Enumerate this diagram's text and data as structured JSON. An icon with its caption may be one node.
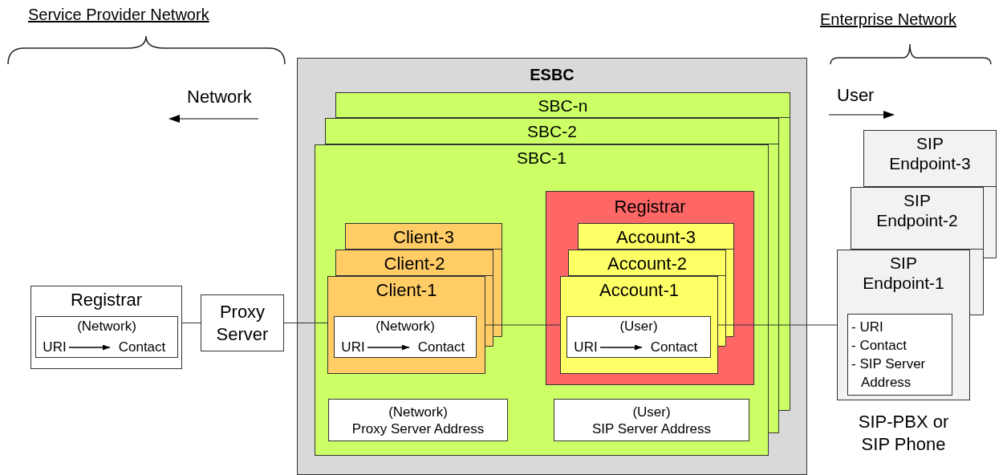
{
  "diagram": {
    "nodes": [
      {
        "text": [
          "Registrar"
        ]
      },
      {
        "text": [
          "(Network)"
        ],
        "in": 0
      },
      {
        "text": [
          "URI"
        ],
        "in": 1
      },
      {
        "text": [
          "Contact"
        ],
        "in": 1
      },
      {
        "text": [
          "Proxy Server"
        ]
      },
      {
        "text": [
          "ESBC"
        ]
      },
      {
        "text": [
          "SBC-n"
        ],
        "in": 5
      },
      {
        "text": [
          "SBC-2"
        ],
        "in": 5
      },
      {
        "text": [
          "SBC-1"
        ],
        "in": 5
      },
      {
        "text": [
          "Client-3"
        ],
        "in": 8
      },
      {
        "text": [
          "Client-2"
        ],
        "in": 8
      },
      {
        "text": [
          "Client-1"
        ],
        "in": 8
      },
      {
        "text": [
          "(Network)"
        ],
        "in": 11
      },
      {
        "text": [
          "URI"
        ],
        "in": 12
      },
      {
        "text": [
          "Contact"
        ],
        "in": 12
      },
      {
        "text": [
          "Registrar"
        ],
        "in": 8
      },
      {
        "text": [
          "Account-3"
        ],
        "in": 15
      },
      {
        "text": [
          "Account-2"
        ],
        "in": 15
      },
      {
        "text": [
          "Account-1"
        ],
        "in": 15
      },
      {
        "text": [
          "(User)"
        ],
        "in": 18
      },
      {
        "text": [
          "URI"
        ],
        "in": 19
      },
      {
        "text": [
          "Contact"
        ],
        "in": 19
      },
      {
        "text": [
          "(Network)",
          "Proxy Server Address"
        ],
        "in": 8
      },
      {
        "text": [
          "(User)",
          "SIP Server Address"
        ],
        "in": 8
      },
      {
        "text": [
          "SIP Endpoint-3"
        ]
      },
      {
        "text": [
          "SIP Endpoint-2"
        ]
      },
      {
        "text": [
          "SIP Endpoint-1"
        ],
        "beside": [
          "SIP-PBX or SIP Phone"
        ]
      },
      {
        "text": [
          "- URI",
          "- Contact",
          "- SIP Server Address"
        ],
        "in": 26
      }
    ],
    "edges": [
      {
        "from": 2,
        "to": 3,
        "arrow": "to"
      },
      {
        "from": 13,
        "to": 14,
        "arrow": "to"
      },
      {
        "from": 20,
        "to": 21,
        "arrow": "to"
      },
      {
        "from": 0,
        "to": 4,
        "arrow": "none"
      },
      {
        "from": 4,
        "to": 11,
        "arrow": "none"
      },
      {
        "from": 11,
        "to": 18,
        "arrow": "none"
      },
      {
        "from": 18,
        "to": 26,
        "arrow": "none"
      }
    ],
    "labels": [
      "Service Provider Network",
      "Network",
      "Enterprise Network",
      "User"
    ]
  }
}
